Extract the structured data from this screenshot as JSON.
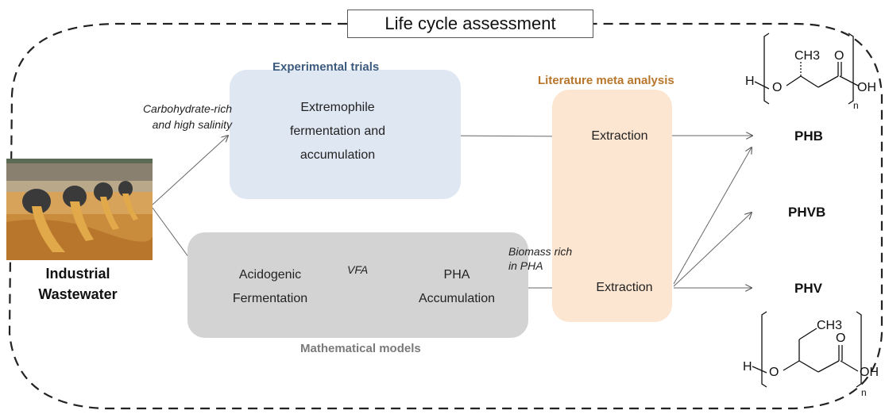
{
  "title": "Life cycle assessment",
  "sections": {
    "experimental": "Experimental trials",
    "literature": "Literature meta analysis",
    "mathematical": "Mathematical models"
  },
  "source": {
    "line1": "Industrial",
    "line2": "Wastewater"
  },
  "edge_labels": {
    "upper_line1": "Carbohydrate-rich",
    "upper_line2": "and high salinity",
    "vfa": "VFA",
    "biomass_line1": "Biomass rich",
    "biomass_line2": "in PHA"
  },
  "nodes": {
    "extremophile_line1": "Extremophile",
    "extremophile_line2": "fermentation and",
    "extremophile_line3": "accumulation",
    "acidogenic_line1": "Acidogenic",
    "acidogenic_line2": "Fermentation",
    "pha_line1": "PHA",
    "pha_line2": "Accumulation",
    "extraction_top": "Extraction",
    "extraction_bottom": "Extraction"
  },
  "products": [
    "PHB",
    "PHVB",
    "PHV"
  ],
  "chem": {
    "phb_ch3": "CH3",
    "phb_h": "H",
    "phb_o": "O",
    "phb_carbonyl_o": "O",
    "phb_oh": "OH",
    "phb_n": "n",
    "phv_ch3": "CH3",
    "phv_h": "H",
    "phv_o": "O",
    "phv_carbonyl_o": "O",
    "phv_oh": "OH",
    "phv_n": "n"
  },
  "colors": {
    "experimental_box": "#dfe7f3",
    "experimental_label": "#3b5a7e",
    "literature_box": "#fce5d1",
    "literature_label": "#b8762c",
    "mathematical_box": "#d3d3d3",
    "mathematical_label": "#7a7a7a"
  },
  "icons": {
    "photo": "wastewater-pipes-photo"
  }
}
